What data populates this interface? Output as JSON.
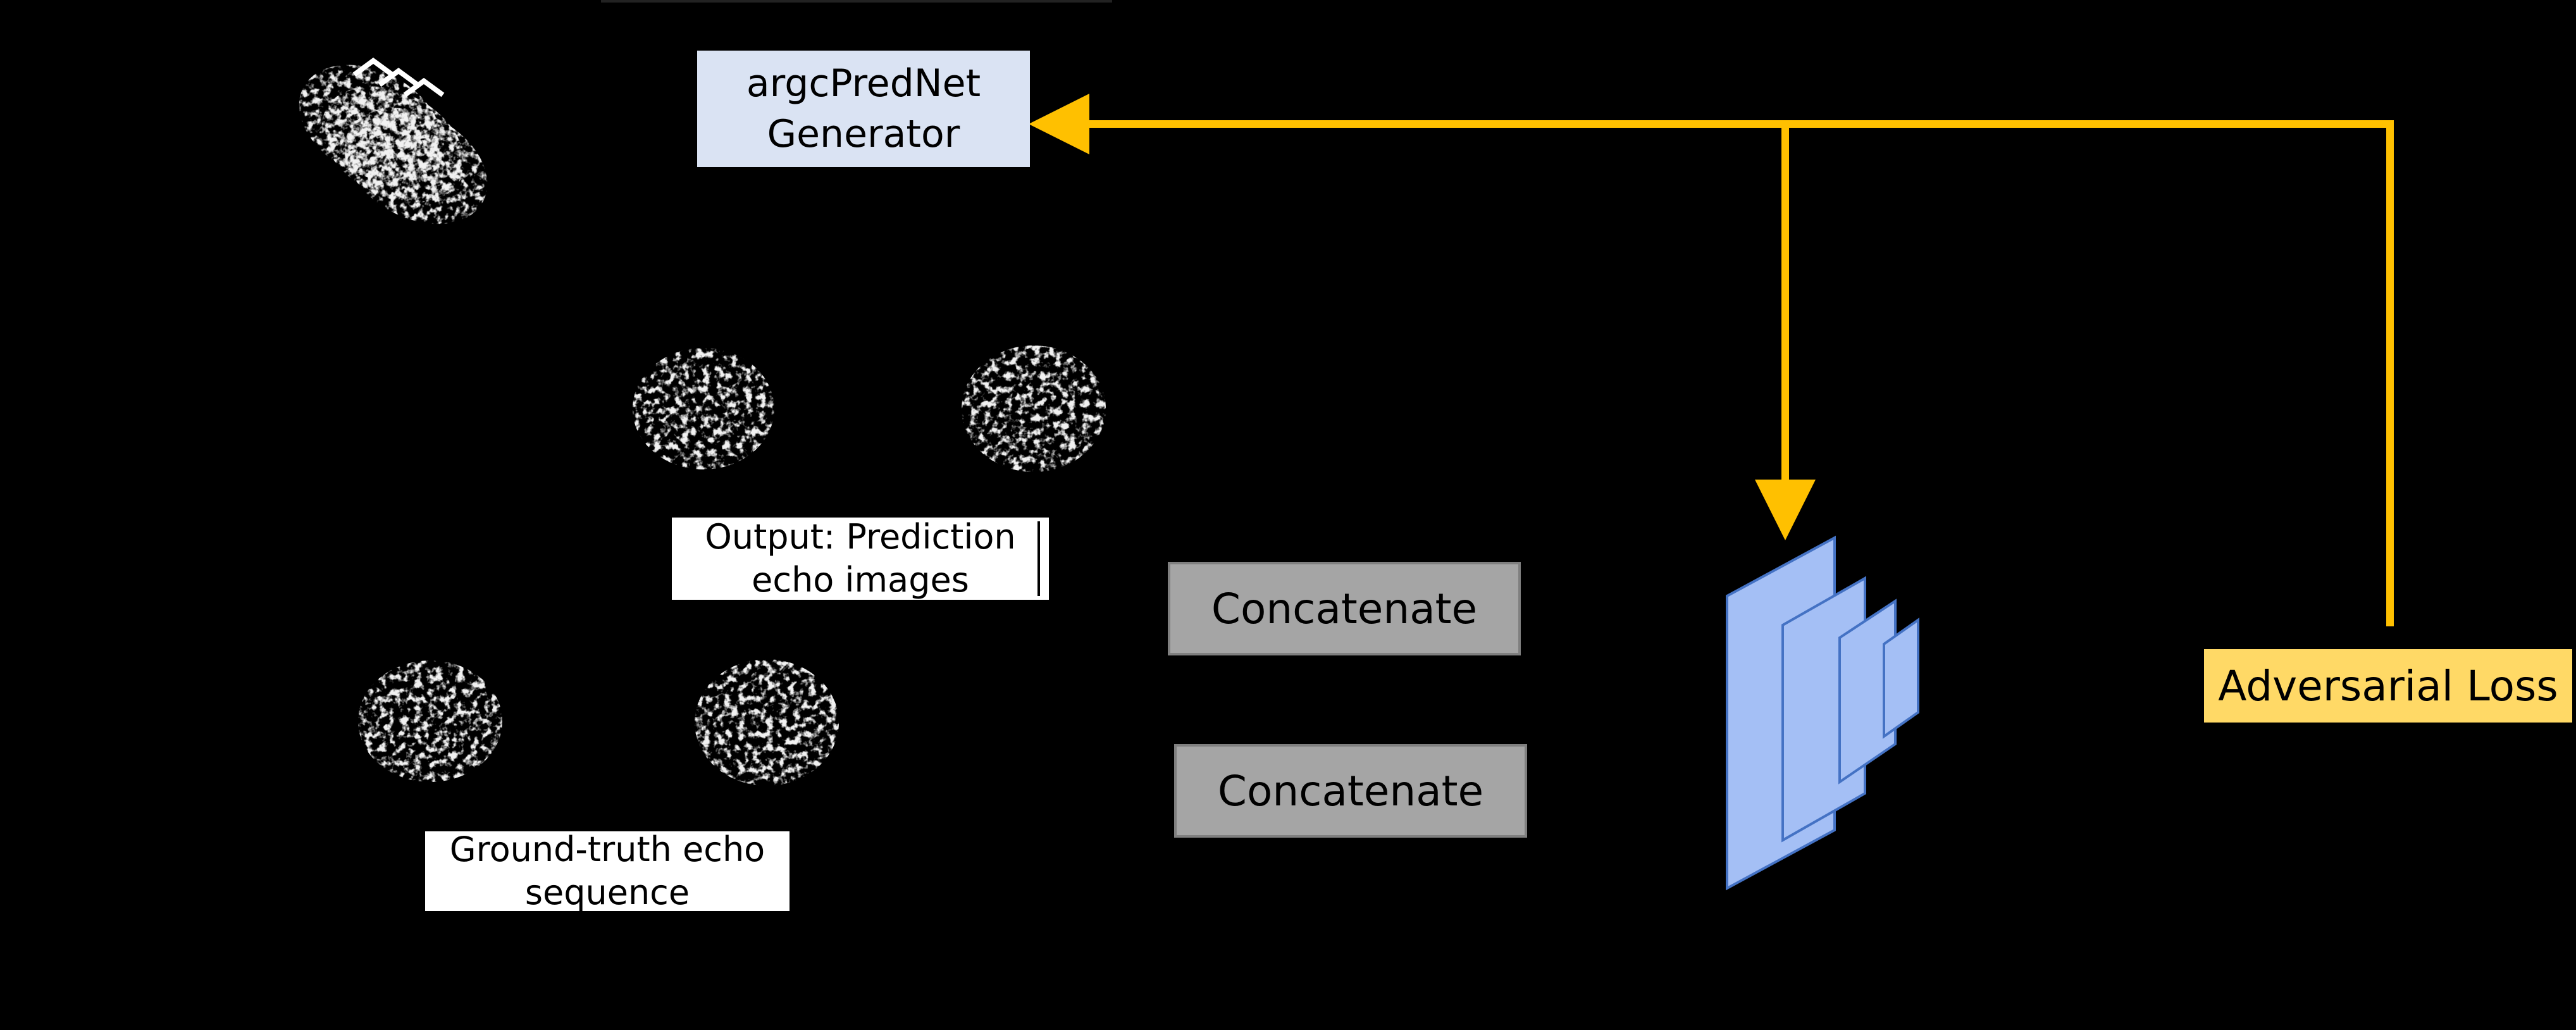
{
  "generator": {
    "label": "argcPredNet\nGenerator"
  },
  "prediction_output": {
    "label": "Output: Prediction\necho images"
  },
  "ground_truth": {
    "label": "Ground-truth echo\nsequence"
  },
  "concat_top": {
    "label": "Concatenate"
  },
  "concat_bottom": {
    "label": "Concatenate"
  },
  "adversarial_loss": {
    "label": "Adversarial Loss"
  },
  "colors": {
    "background": "#000000",
    "generator_fill": "#dae3f3",
    "concat_fill": "#a5a5a5",
    "loss_fill": "#ffd966",
    "arrow": "#ffc000",
    "discriminator_fill": "#a4bff5",
    "discriminator_stroke": "#4472c4",
    "echo_speckle": "#d8d8d8"
  },
  "icons": {
    "input_stack": "radar-echo-stack-icon",
    "echo": "radar-echo-image-icon",
    "discriminator": "discriminator-cnn-icon"
  }
}
